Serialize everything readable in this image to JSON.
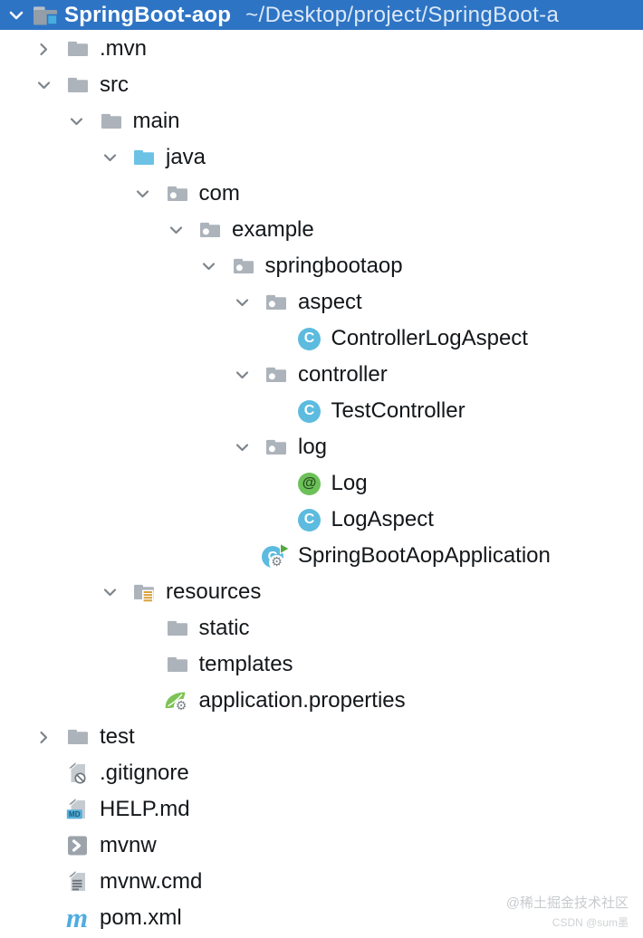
{
  "window": {
    "title": "SpringBoot-aop",
    "path": "~/Desktop/project/SpringBoot-a"
  },
  "colors": {
    "header_bg": "#2E74C4",
    "folder": "#ACB3BB",
    "sources_folder": "#6CC2E4",
    "class_badge": "#5CBBDF",
    "annotation_badge": "#6CC158",
    "spring_leaf": "#7EC356",
    "run_triangle": "#53A93F",
    "maven_m": "#4FACE1",
    "md_badge": "#53AFD9",
    "resources_badge": "#D9A23B"
  },
  "glyphs": {
    "class": "C",
    "annotation": "@",
    "md": "MD",
    "maven": "m",
    "gear": "⚙"
  },
  "tree": {
    "rows": [
      {
        "label": ".mvn",
        "level": 1,
        "chevron": "collapsed",
        "icon": "folder-icon"
      },
      {
        "label": "src",
        "level": 1,
        "chevron": "expanded",
        "icon": "folder-icon"
      },
      {
        "label": "main",
        "level": 2,
        "chevron": "expanded",
        "icon": "folder-icon"
      },
      {
        "label": "java",
        "level": 3,
        "chevron": "expanded",
        "icon": "sources-folder-icon"
      },
      {
        "label": "com",
        "level": 4,
        "chevron": "expanded",
        "icon": "package-icon"
      },
      {
        "label": "example",
        "level": 5,
        "chevron": "expanded",
        "icon": "package-icon"
      },
      {
        "label": "springbootaop",
        "level": 6,
        "chevron": "expanded",
        "icon": "package-icon"
      },
      {
        "label": "aspect",
        "level": 7,
        "chevron": "expanded",
        "icon": "package-icon"
      },
      {
        "label": "ControllerLogAspect",
        "level": 8,
        "chevron": "none",
        "icon": "class-icon"
      },
      {
        "label": "controller",
        "level": 7,
        "chevron": "expanded",
        "icon": "package-icon"
      },
      {
        "label": "TestController",
        "level": 8,
        "chevron": "none",
        "icon": "class-icon"
      },
      {
        "label": "log",
        "level": 7,
        "chevron": "expanded",
        "icon": "package-icon"
      },
      {
        "label": "Log",
        "level": 8,
        "chevron": "none",
        "icon": "annotation-icon"
      },
      {
        "label": "LogAspect",
        "level": 8,
        "chevron": "none",
        "icon": "class-icon"
      },
      {
        "label": "SpringBootAopApplication",
        "level": 7,
        "chevron": "none",
        "icon": "boot-class-icon"
      },
      {
        "label": "resources",
        "level": 3,
        "chevron": "expanded",
        "icon": "resources-folder-icon"
      },
      {
        "label": "static",
        "level": 4,
        "chevron": "none",
        "icon": "folder-icon"
      },
      {
        "label": "templates",
        "level": 4,
        "chevron": "none",
        "icon": "folder-icon"
      },
      {
        "label": "application.properties",
        "level": 4,
        "chevron": "none",
        "icon": "spring-config-icon"
      },
      {
        "label": "test",
        "level": 1,
        "chevron": "collapsed",
        "icon": "folder-icon"
      },
      {
        "label": ".gitignore",
        "level": 1,
        "chevron": "none",
        "icon": "ignored-file-icon"
      },
      {
        "label": "HELP.md",
        "level": 1,
        "chevron": "none",
        "icon": "markdown-file-icon"
      },
      {
        "label": "mvnw",
        "level": 1,
        "chevron": "none",
        "icon": "shell-file-icon"
      },
      {
        "label": "mvnw.cmd",
        "level": 1,
        "chevron": "none",
        "icon": "text-file-icon"
      },
      {
        "label": "pom.xml",
        "level": 1,
        "chevron": "none",
        "icon": "maven-file-icon"
      }
    ]
  },
  "watermark": {
    "line1": "@稀土掘金技术社区",
    "line2": "CSDN @sum墨"
  }
}
